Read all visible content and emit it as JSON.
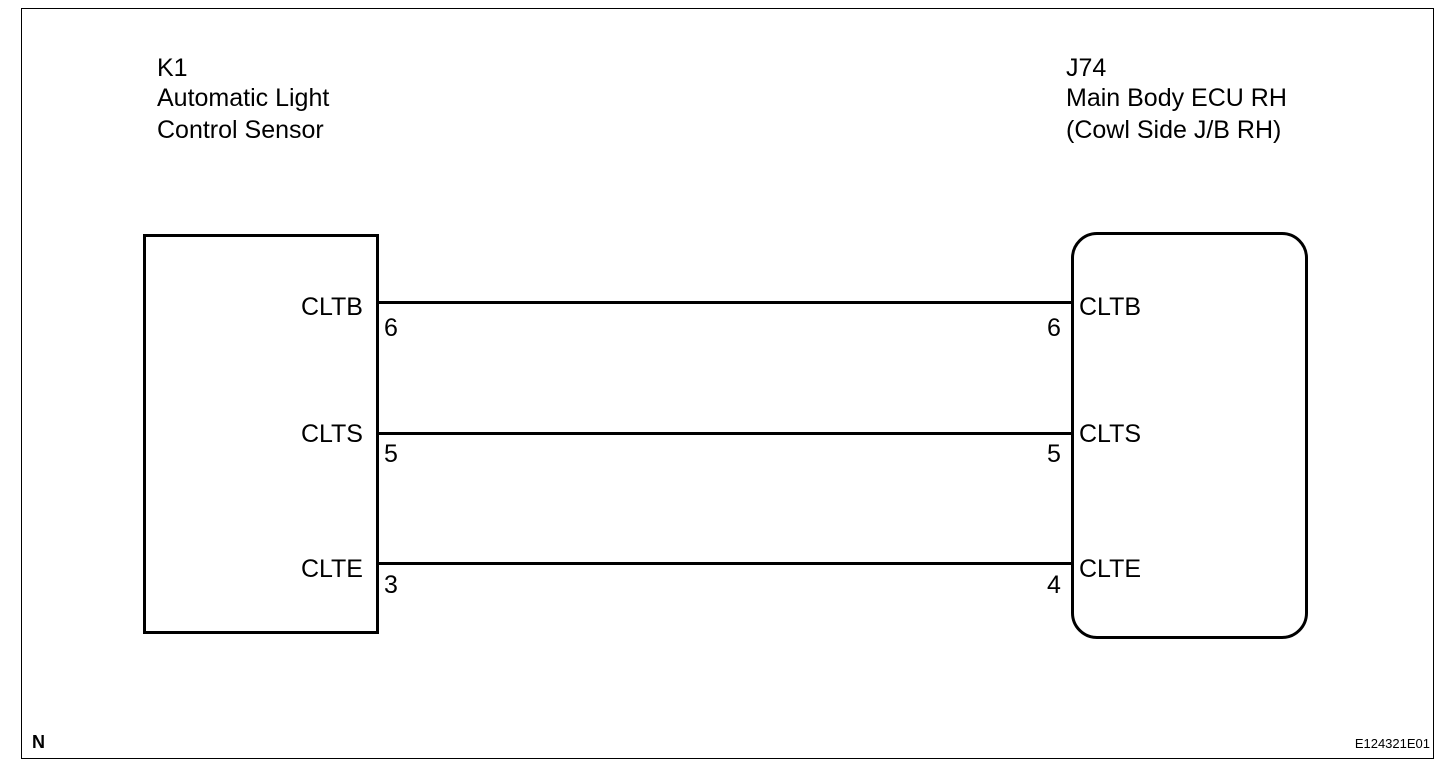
{
  "left_component": {
    "id": "K1",
    "name_line1": "Automatic Light",
    "name_line2": "Control Sensor"
  },
  "right_component": {
    "id": "J74",
    "name_line1": "Main Body ECU RH",
    "name_line2": "(Cowl Side J/B RH)"
  },
  "wires": [
    {
      "left_signal": "CLTB",
      "left_pin": "6",
      "right_signal": "CLTB",
      "right_pin": "6"
    },
    {
      "left_signal": "CLTS",
      "left_pin": "5",
      "right_signal": "CLTS",
      "right_pin": "5"
    },
    {
      "left_signal": "CLTE",
      "left_pin": "3",
      "right_signal": "CLTE",
      "right_pin": "4"
    }
  ],
  "corner_mark": "N",
  "figure_id": "E124321E01"
}
